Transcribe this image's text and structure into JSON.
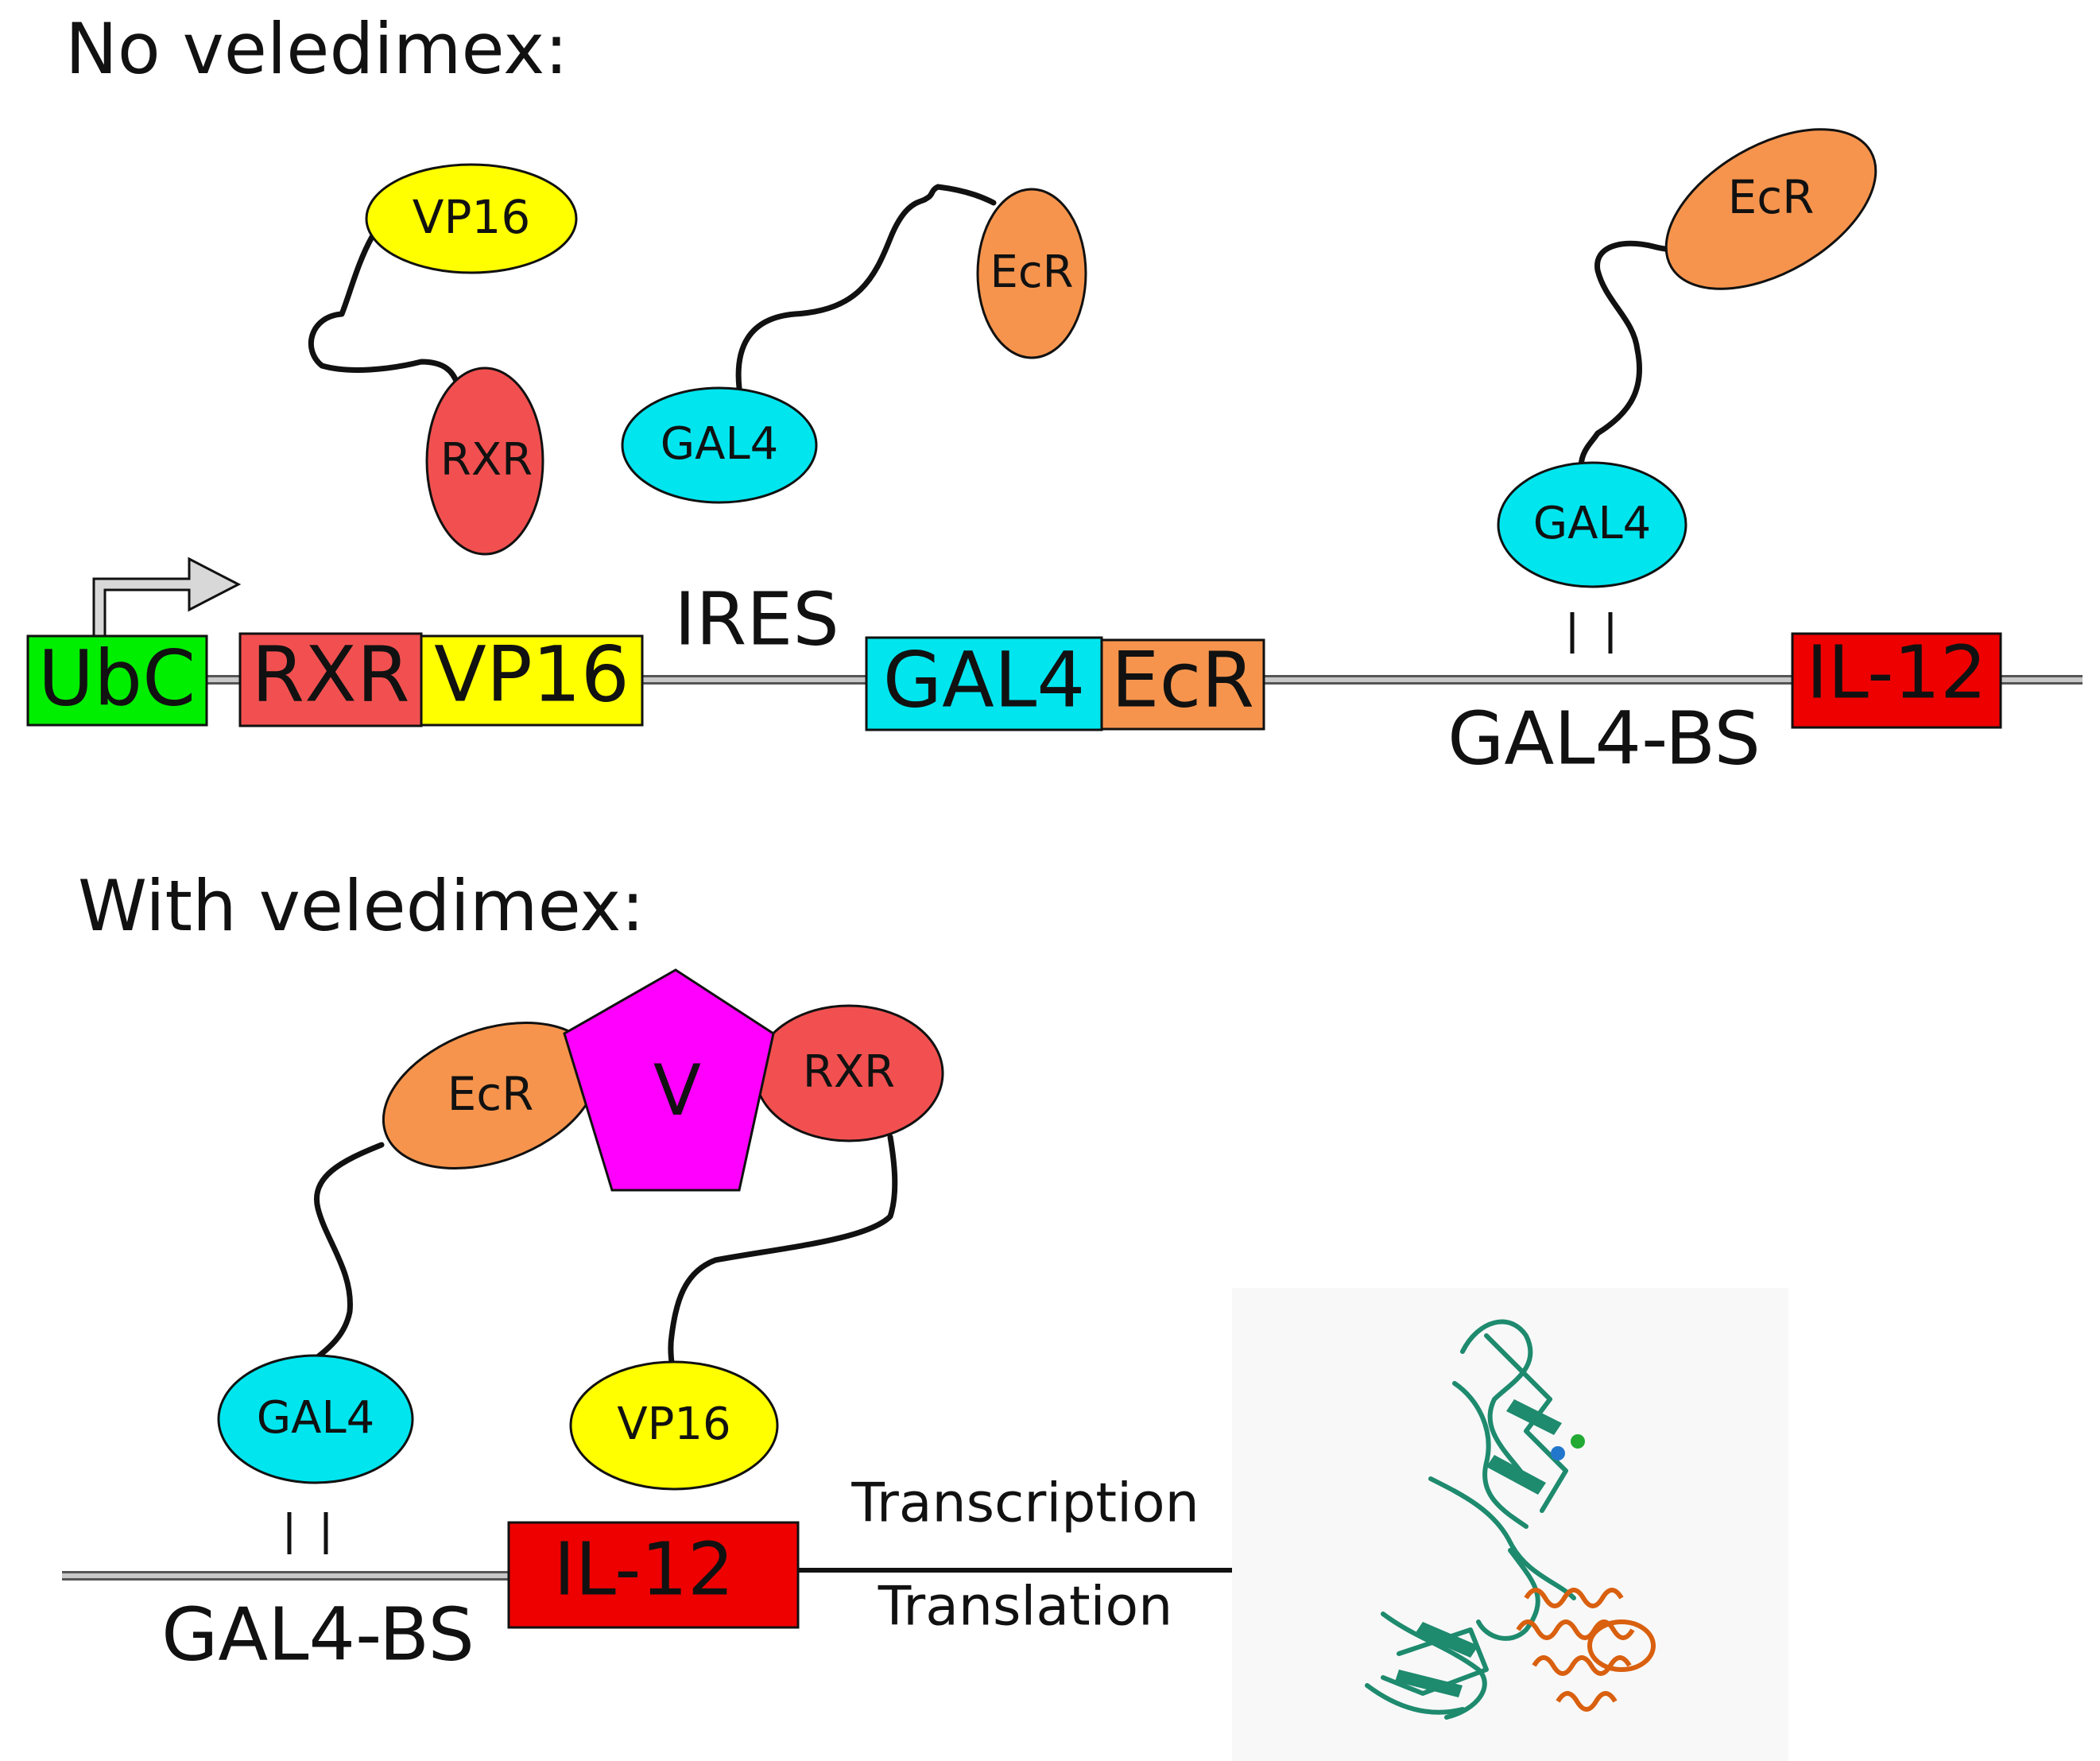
{
  "panel_top": {
    "heading": "No veledimex:",
    "free_proteins": {
      "vp16": "VP16",
      "rxr": "RXR",
      "gal4": "GAL4",
      "ecr": "EcR"
    },
    "bound_protein": {
      "gal4": "GAL4",
      "ecr": "EcR"
    },
    "construct": {
      "promoter": "UbC",
      "rxr": "RXR",
      "vp16": "VP16",
      "ires": "IRES",
      "gal4": "GAL4",
      "ecr": "EcR",
      "binding_site": "GAL4-BS",
      "gene": "IL-12"
    }
  },
  "panel_bottom": {
    "heading": "With veledimex:",
    "complex": {
      "ligand": "V",
      "ecr": "EcR",
      "rxr": "RXR",
      "gal4": "GAL4",
      "vp16": "VP16"
    },
    "construct": {
      "binding_site": "GAL4-BS",
      "gene": "IL-12"
    },
    "arrow": {
      "above": "Transcription",
      "below": "Translation"
    },
    "protein_image": "il12-protein-structure"
  },
  "colors": {
    "ubc": "#00ee00",
    "rxr": "#f25050",
    "vp16": "#ffff00",
    "gal4": "#00e5ee",
    "ecr": "#f6944d",
    "il12": "#ee0000",
    "ligand": "#ff00ff",
    "protein_green": "#1e8a6e",
    "protein_orange": "#d9600f"
  }
}
